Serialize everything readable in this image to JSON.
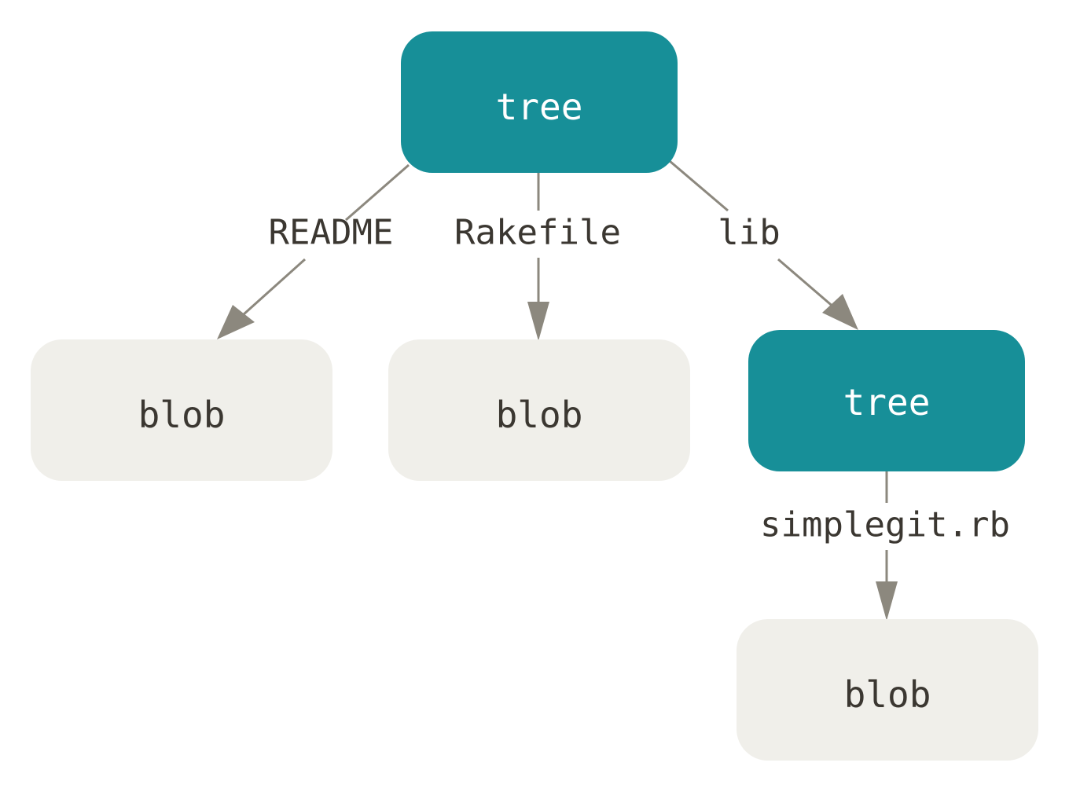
{
  "colors": {
    "tree_fill": "#178f98",
    "tree_text": "#ffffff",
    "blob_fill": "#f0efea",
    "blob_text": "#3b3731",
    "edge": "#8c887e",
    "label_text": "#3b3731",
    "background": "#ffffff"
  },
  "nodes": {
    "root_tree": {
      "type": "tree",
      "label": "tree"
    },
    "blob_readme": {
      "type": "blob",
      "label": "blob"
    },
    "blob_rakefile": {
      "type": "blob",
      "label": "blob"
    },
    "lib_tree": {
      "type": "tree",
      "label": "tree"
    },
    "blob_simplegit": {
      "type": "blob",
      "label": "blob"
    }
  },
  "edges": [
    {
      "from": "root_tree",
      "to": "blob_readme",
      "label": "README"
    },
    {
      "from": "root_tree",
      "to": "blob_rakefile",
      "label": "Rakefile"
    },
    {
      "from": "root_tree",
      "to": "lib_tree",
      "label": "lib"
    },
    {
      "from": "lib_tree",
      "to": "blob_simplegit",
      "label": "simplegit.rb"
    }
  ]
}
